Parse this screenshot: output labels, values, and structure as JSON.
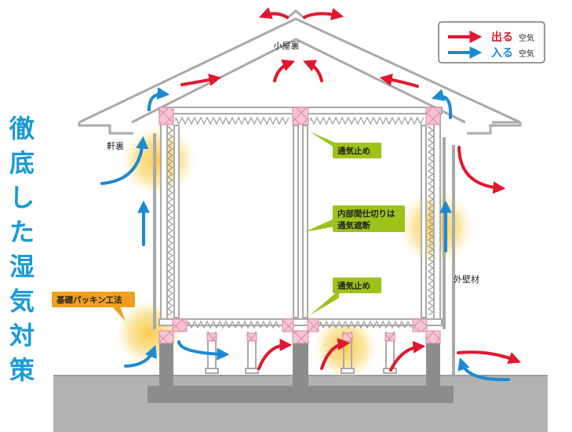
{
  "title": {
    "chars": [
      "徹",
      "底",
      "し",
      "た",
      "湿",
      "気",
      "対",
      "策"
    ],
    "color": "#1a9ad6"
  },
  "labels": {
    "attic": "小屋裏",
    "eaves": "軒裏",
    "exterior_wall": "外壁材"
  },
  "callouts": {
    "airflow_stop_upper": "通気止め",
    "partition_line1": "内部間仕切りは",
    "partition_line2": "通気遮断",
    "airflow_stop_lower": "通気止め",
    "foundation_packing": "基礎パッキン工法"
  },
  "legend": {
    "out_big": "出る",
    "out_small": "空気",
    "in_big": "入る",
    "in_small": "空気",
    "out_color": "#e0182d",
    "in_color": "#1a8ad4"
  },
  "colors": {
    "structure": "#a9a9a9",
    "ground": "#b2b2b2",
    "foundation": "#8c8c8c",
    "callout_green": "#9dc21a",
    "callout_orange": "#f0a01e",
    "glow": "#f8c840",
    "joint_pink": "#f4bfd0",
    "insulation": "#9a9a9a"
  },
  "icons": {
    "out_arrow": "red-arrow-icon",
    "in_arrow": "blue-arrow-icon",
    "joint": "joint-block-icon"
  }
}
